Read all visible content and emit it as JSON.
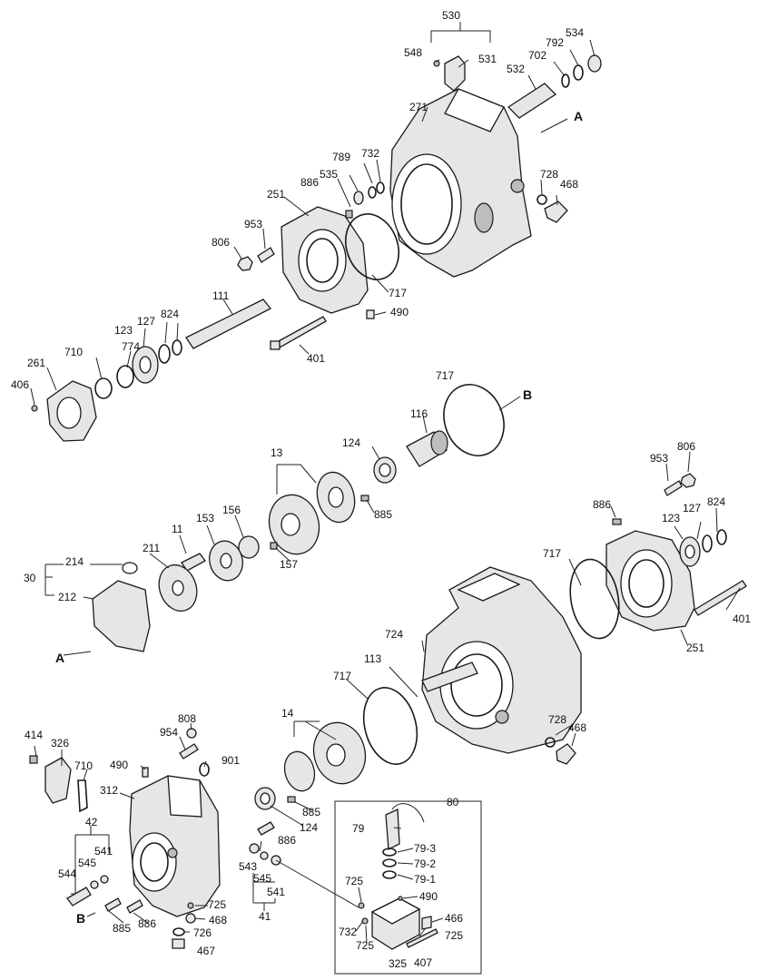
{
  "labels": {
    "p530": "530",
    "p548": "548",
    "p531": "531",
    "p534": "534",
    "p792": "792",
    "p702": "702",
    "p532": "532",
    "p271": "271",
    "A_top": "A",
    "p789": "789",
    "p732a": "732",
    "p886a": "886",
    "p535": "535",
    "p728a": "728",
    "p468a": "468",
    "p251a": "251",
    "p953a": "953",
    "p806a": "806",
    "p717a": "717",
    "p490a": "490",
    "p111": "111",
    "p127a": "127",
    "p824a": "824",
    "p123a": "123",
    "p774": "774",
    "p710a": "710",
    "p261": "261",
    "p406": "406",
    "p401a": "401",
    "p717b": "717",
    "B_top": "B",
    "p116": "116",
    "p124a": "124",
    "p13": "13",
    "p885a": "885",
    "p953b": "953",
    "p806b": "806",
    "p886b": "886",
    "p127b": "127",
    "p824b": "824",
    "p123b": "123",
    "p11": "11",
    "p153": "153",
    "p156": "156",
    "p157": "157",
    "p214": "214",
    "p30": "30",
    "p212": "212",
    "p211": "211",
    "A_bot": "A",
    "p717c": "717",
    "p401b": "401",
    "p251b": "251",
    "p724": "724",
    "p113": "113",
    "p717d": "717",
    "p14": "14",
    "p728b": "728",
    "p468b": "468",
    "p414": "414",
    "p326": "326",
    "p808": "808",
    "p954": "954",
    "p901": "901",
    "p490b": "490",
    "p710b": "710",
    "p312": "312",
    "p885b": "885",
    "p124b": "124",
    "p42": "42",
    "p541a": "541",
    "p545a": "545",
    "p544": "544",
    "B_bot": "B",
    "p885c": "885",
    "p886c": "886",
    "p886d": "886",
    "p725a": "725",
    "p468c": "468",
    "p726": "726",
    "p467": "467",
    "p543": "543",
    "p545b": "545",
    "p541b": "541",
    "p41": "41",
    "p80": "80",
    "p79": "79",
    "p79_3": "79-3",
    "p79_2": "79-2",
    "p79_1": "79-1",
    "p725b": "725",
    "p490c": "490",
    "p732b": "732",
    "p466": "466",
    "p725c": "725",
    "p725d": "725",
    "p325": "325",
    "p407": "407"
  }
}
